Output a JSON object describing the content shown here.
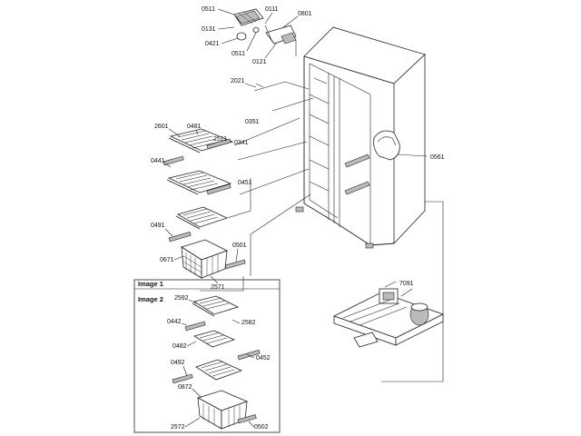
{
  "labels": {
    "p0511_top": "0511",
    "p0111": "0111",
    "p0801": "0801",
    "p0131": "0131",
    "p0421": "0421",
    "p0511_mid": "0511",
    "p0121": "0121",
    "p2021": "2021",
    "p0351": "0351",
    "p2601": "2601",
    "p0481": "0481",
    "p2511": "2511",
    "p0341": "0341",
    "p0441": "0441",
    "p0451": "0451",
    "p0561": "0561",
    "p0491": "0491",
    "p0501": "0501",
    "p0671": "0671",
    "p2571": "2571",
    "p2592": "2592",
    "p0442": "0442",
    "p2582": "2582",
    "p0482": "0482",
    "p0452": "0452",
    "p0492": "0492",
    "p0872": "0872",
    "p2572": "2572",
    "p0502": "0502",
    "p7091": "7091"
  },
  "inset": {
    "image1": "Image 1",
    "image2": "Image 2"
  }
}
